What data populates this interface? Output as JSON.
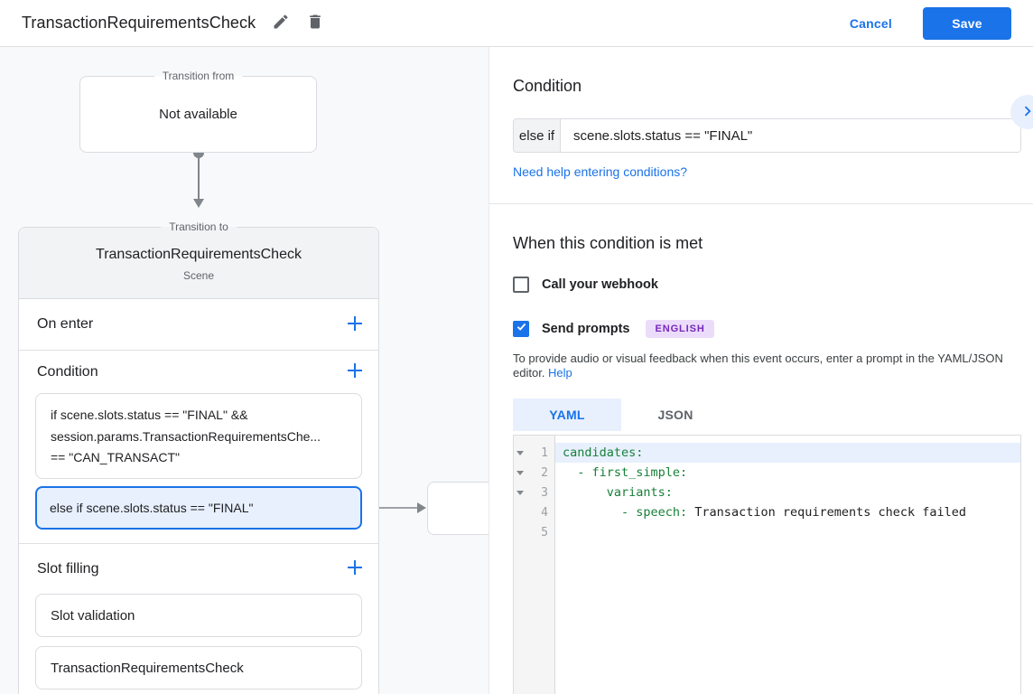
{
  "colors": {
    "accent_blue": "#1a73e8",
    "selected_blue_bg": "#e8f0fe",
    "badge_purple_text": "#7627bb",
    "badge_purple_bg": "#ecdcfb",
    "code_key_green": "#188038",
    "canvas_bg": "#f8f9fa",
    "card_header_bg": "#f1f3f4"
  },
  "topbar": {
    "title": "TransactionRequirementsCheck",
    "cancel_label": "Cancel",
    "save_label": "Save"
  },
  "canvas": {
    "transition_from": {
      "legend": "Transition from",
      "content": "Not available"
    },
    "transition_to": {
      "legend": "Transition to",
      "title": "TransactionRequirementsCheck",
      "subtitle": "Scene",
      "on_enter": {
        "label": "On enter"
      },
      "condition": {
        "label": "Condition",
        "items": [
          {
            "lines": [
              "if scene.slots.status == \"FINAL\" &&",
              "session.params.TransactionRequirementsChe...",
              "== \"CAN_TRANSACT\""
            ]
          },
          {
            "text": "else if scene.slots.status == \"FINAL\"",
            "selected": true
          }
        ]
      },
      "slot_filling": {
        "label": "Slot filling",
        "items": [
          {
            "text": "Slot validation"
          },
          {
            "text": "TransactionRequirementsCheck"
          }
        ]
      }
    }
  },
  "panel": {
    "title": "Condition",
    "condition_input": {
      "prefix": "else if",
      "value": "scene.slots.status == \"FINAL\""
    },
    "help_link": "Need help entering conditions?",
    "when_met": {
      "heading": "When this condition is met",
      "webhook_label": "Call your webhook",
      "webhook_checked": false,
      "prompts_label": "Send prompts",
      "prompts_checked": true,
      "language_badge": "ENGLISH",
      "helper_text": "To provide audio or visual feedback when this event occurs, enter a prompt in the YAML/JSON editor. ",
      "helper_link": "Help"
    },
    "editor": {
      "active_tab": "YAML",
      "tabs": [
        {
          "label": "YAML"
        },
        {
          "label": "JSON"
        }
      ],
      "lines": [
        {
          "num": "1",
          "key": "candidates:",
          "value": ""
        },
        {
          "num": "2",
          "key": "  - first_simple:",
          "value": ""
        },
        {
          "num": "3",
          "key": "      variants:",
          "value": ""
        },
        {
          "num": "4",
          "key": "        - speech:",
          "value": " Transaction requirements check failed"
        },
        {
          "num": "5",
          "key": "",
          "value": ""
        }
      ]
    }
  }
}
